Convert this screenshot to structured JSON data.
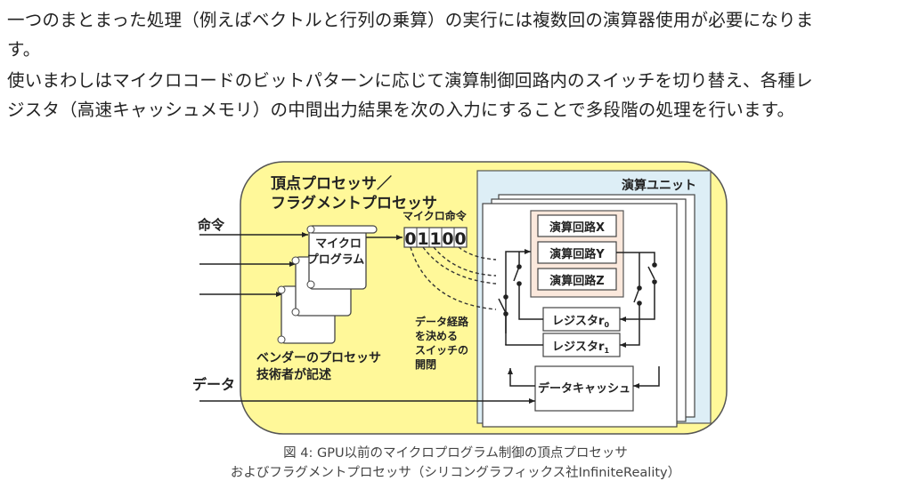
{
  "paragraphs": [
    {
      "lines": [
        "一つのまとまった処理（例えばベクトルと行列の乗算）の実行には複数回の演算器使用が必要になりま",
        "す。"
      ]
    },
    {
      "lines": [
        "使いまわしはマイクロコードのビットパターンに応じて演算制御回路内のスイッチを切り替え、各種レ",
        "ジスタ（高速キャッシュメモリ）の中間出力結果を次の入力にすることで多段階の処理を行います。"
      ]
    }
  ],
  "diagram": {
    "processor_title_line1": "頂点プロセッサ／",
    "processor_title_line2": "フラグメントプロセッサ",
    "input_instruction": "命令",
    "input_data": "データ",
    "microprogram_line1": "マイクロ",
    "microprogram_line2": "プログラム",
    "micro_instruction_label": "マイクロ命令",
    "micro_instruction_bits": [
      "0",
      "1",
      "1",
      "0",
      "0"
    ],
    "vendor_note_line1": "ベンダーのプロセッサ",
    "vendor_note_line2": "技術者が記述",
    "switch_note_lines": [
      "データ経路",
      "を決める",
      "スイッチの",
      "開閉"
    ],
    "compute_unit_label": "演算ユニット",
    "circuits": [
      "演算回路X",
      "演算回路Y",
      "演算回路Z"
    ],
    "registers": [
      {
        "label": "レジスタ",
        "sub": "0",
        "prefix": "r"
      },
      {
        "label": "レジスタ",
        "sub": "1",
        "prefix": "r"
      }
    ],
    "data_cache": "データキャッシュ",
    "colors": {
      "processor_fill": "#fff899",
      "unit_fill": "#ddeef6",
      "circuit_group_fill": "#fbe8dc",
      "stroke": "#333333"
    }
  },
  "caption": {
    "line1": "図 4: GPU以前のマイクロプログラム制御の頂点プロセッサ",
    "line2": "およびフラグメントプロセッサ（シリコングラフィックス社InfiniteReality）"
  }
}
